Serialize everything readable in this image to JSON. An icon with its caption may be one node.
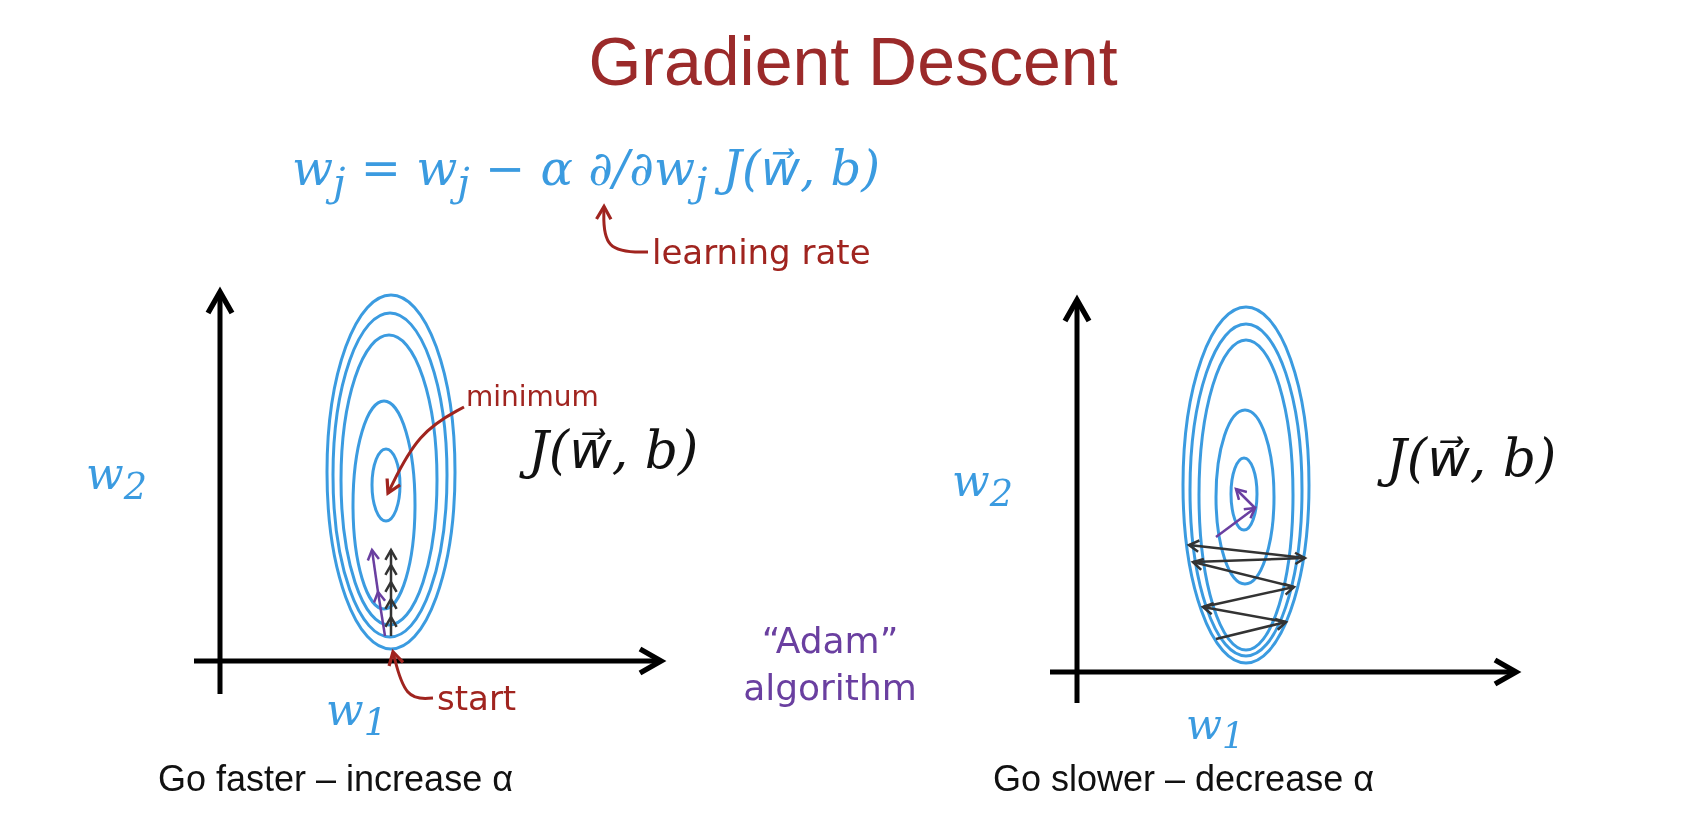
{
  "diagram": {
    "title": "Gradient Descent",
    "nodes": [
      {
        "text": [
          "learning rate"
        ]
      },
      {
        "text": [
          "minimum"
        ]
      },
      {
        "text": [
          "start"
        ]
      },
      {
        "text": [
          "w$_{j}$ = w$_{j}$ − α ∂/∂w$_{j}$ J(w⃗, b)"
        ]
      },
      {
        "text": [],
        "shape": "ellipse",
        "in": 5
      },
      {
        "text": [],
        "shape": "ellipse"
      }
    ],
    "edges": [
      {
        "from": 0,
        "to": 3,
        "arrow": "to"
      },
      {
        "from": 1,
        "to": 4,
        "arrow": "to"
      },
      {
        "from": 2,
        "to": 5,
        "arrow": "to"
      }
    ],
    "labels": [
      "w$_{2}$",
      "J(w⃗, b)",
      "w$_{1}$",
      "“Adam” algorithm",
      "Go faster – increase α",
      "w$_{2}$",
      "J(w⃗, b)",
      "w$_{1}$",
      "Go slower – decrease α"
    ]
  }
}
